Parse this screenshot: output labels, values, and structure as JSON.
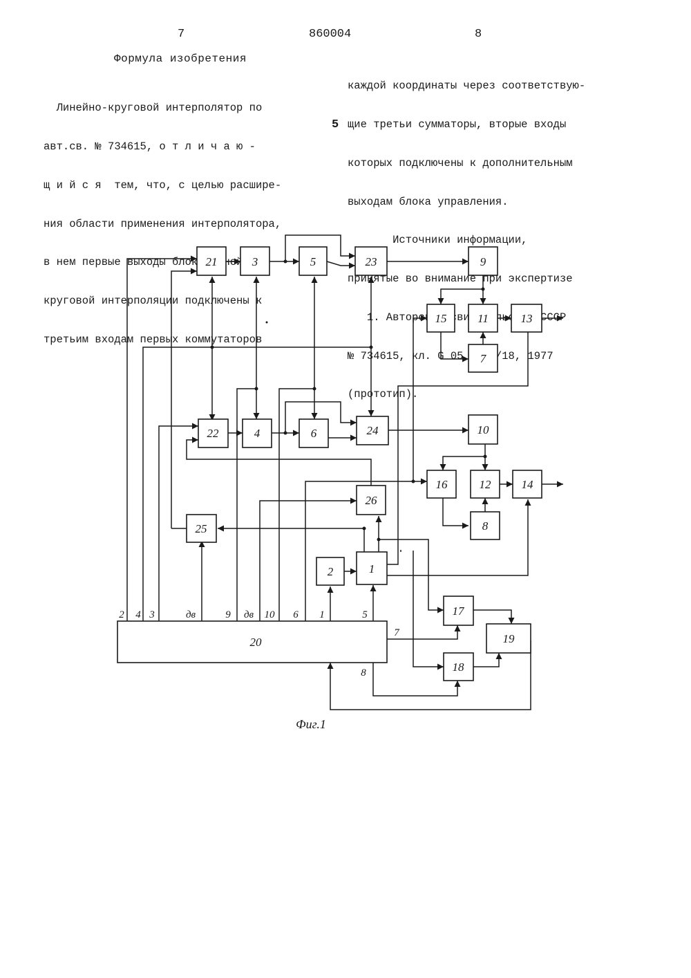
{
  "header": {
    "page_left": "7",
    "patent_number": "860004",
    "page_right": "8"
  },
  "claims_title": "Формула изобретения",
  "left_column": [
    "  Линейно-круговой интерполятор по",
    "авт.св. № 734615, о т л и ч а ю -",
    "щ и й с я  тем, что, с целью расшире-",
    "ния области применения интерполятора,",
    "в нем первые выходы блока линейно-",
    "круговой интерполяции подключены к",
    "третьим входам первых коммутаторов"
  ],
  "right_column": [
    "каждой координаты через соответствую-",
    "щие третьи сумматоры, вторые входы",
    "которых подключены к дополнительным",
    "выходам блока управления.",
    "       Источники информации,",
    "принятые во внимание при экспертизе",
    "   1. Авторское свидетельство СССР",
    "№ 734615, кл. G 05 В 19/18, 1977",
    "(прототип)."
  ],
  "margin_line_number": "5",
  "figure": {
    "caption": "Фиг.1",
    "blocks": [
      "1",
      "2",
      "3",
      "4",
      "5",
      "6",
      "7",
      "8",
      "9",
      "10",
      "11",
      "12",
      "13",
      "14",
      "15",
      "16",
      "17",
      "18",
      "19",
      "20",
      "21",
      "22",
      "23",
      "24",
      "25",
      "26"
    ],
    "bus_labels": [
      "2",
      "4",
      "3",
      "дв",
      "9",
      "дв",
      "10",
      "6",
      "1",
      "5",
      "7",
      "8"
    ]
  }
}
